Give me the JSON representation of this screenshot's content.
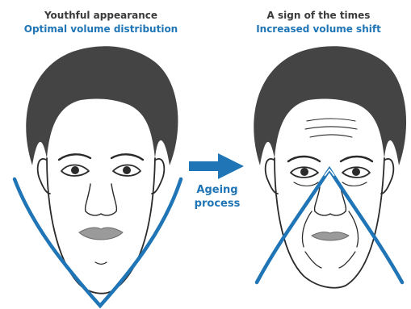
{
  "left_panel": {
    "title": "Youthful appearance",
    "subtitle": "Optimal volume distribution"
  },
  "right_panel": {
    "title": "A sign of the times",
    "subtitle": "Increased volume shift"
  },
  "transition": {
    "label_line1": "Ageing",
    "label_line2": "process"
  },
  "colors": {
    "accent": "#1f75b5",
    "heading": "#3b3b3b",
    "hair": "#444444",
    "lips": "#9a9a9a",
    "line": "#2a2a2a"
  }
}
